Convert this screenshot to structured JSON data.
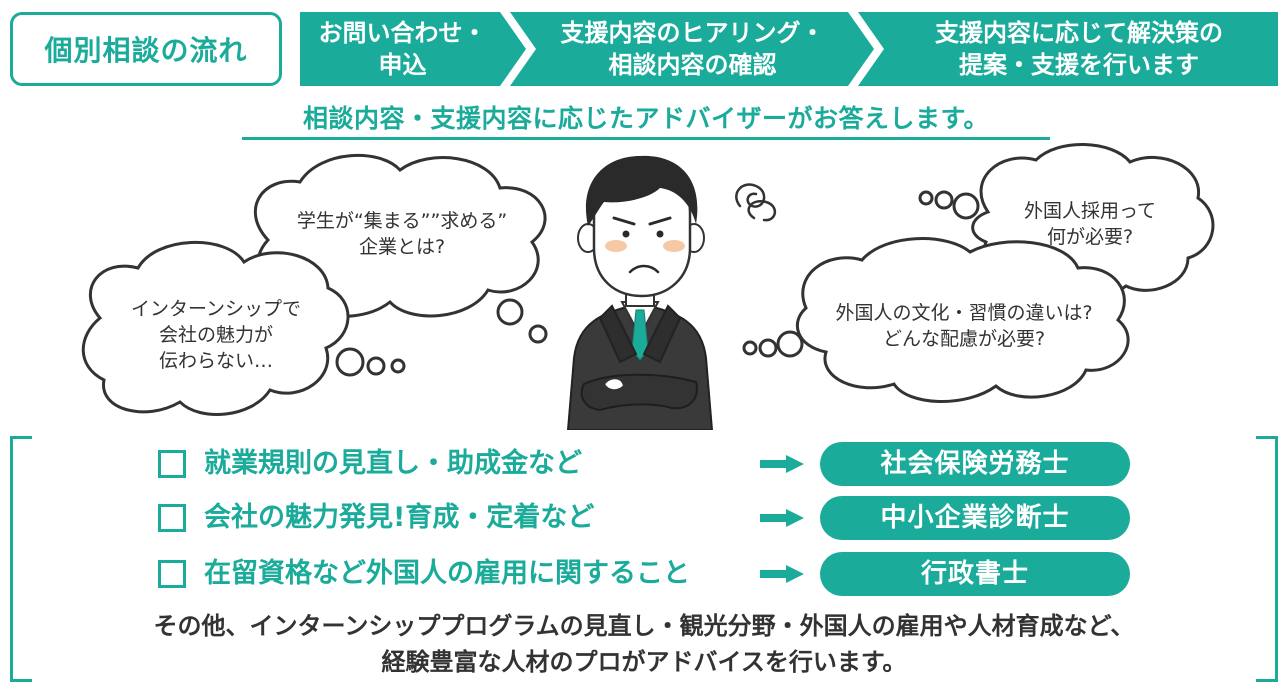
{
  "header": {
    "flow_label": "個別相談の流れ",
    "steps": [
      {
        "line1": "お問い合わせ・",
        "line2": "申込"
      },
      {
        "line1": "支援内容のヒアリング・",
        "line2": "相談内容の確認"
      },
      {
        "line1": "支援内容に応じて解決策の",
        "line2": "提案・支援を行います"
      }
    ]
  },
  "lead": "相談内容・支援内容に応じたアドバイザーがお答えします。",
  "bubbles": {
    "top_left": {
      "line1": "学生が“集まる””求める”",
      "line2": "企業とは?"
    },
    "bottom_left": {
      "line1": "インターンシップで",
      "line2": "会社の魅力が",
      "line3": "伝わらない…"
    },
    "top_right": {
      "line1": "外国人採用って",
      "line2": "何が必要?"
    },
    "bottom_right": {
      "line1": "外国人の文化・習慣の違いは?",
      "line2": "どんな配慮が必要?"
    }
  },
  "items": [
    {
      "topic": "就業規則の見直し・助成金など",
      "advisor": "社会保険労務士"
    },
    {
      "topic": "会社の魅力発見!育成・定着など",
      "advisor": "中小企業診断士"
    },
    {
      "topic": "在留資格など外国人の雇用に関すること",
      "advisor": "行政書士"
    }
  ],
  "footer": {
    "line1": "その他、インターンシッププログラムの見直し・観光分野・外国人の雇用や人材育成など、",
    "line2": "経験豊富な人材のプロがアドバイスを行います。"
  },
  "colors": {
    "accent": "#1aab9b",
    "text": "#333333",
    "suit": "#3a3a3a",
    "skin": "#ffffff",
    "blush": "#f6c9a4"
  },
  "icons": {
    "checkbox": "checkbox-icon",
    "arrow": "arrow-right-icon",
    "worry": "worry-swirl-icon",
    "person": "worried-businessman-illustration"
  }
}
